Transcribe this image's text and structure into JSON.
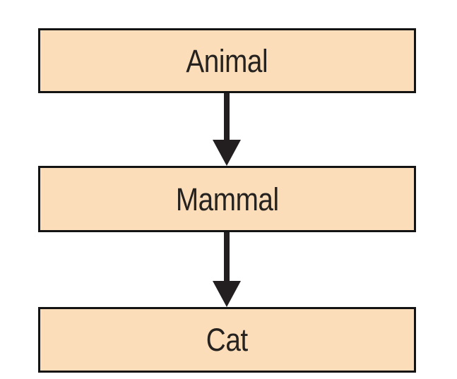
{
  "diagram": {
    "type": "flowchart",
    "direction": "top-down",
    "nodes": [
      {
        "id": "animal",
        "label": "Animal"
      },
      {
        "id": "mammal",
        "label": "Mammal"
      },
      {
        "id": "cat",
        "label": "Cat"
      }
    ],
    "edges": [
      {
        "from": "animal",
        "to": "mammal",
        "style": "solid-arrow-down"
      },
      {
        "from": "mammal",
        "to": "cat",
        "style": "solid-arrow-down"
      }
    ],
    "colors": {
      "background": "#ffffff",
      "node_fill": "#fbdeb9",
      "node_border": "#131313",
      "arrow": "#231f20",
      "text": "#262220"
    }
  }
}
